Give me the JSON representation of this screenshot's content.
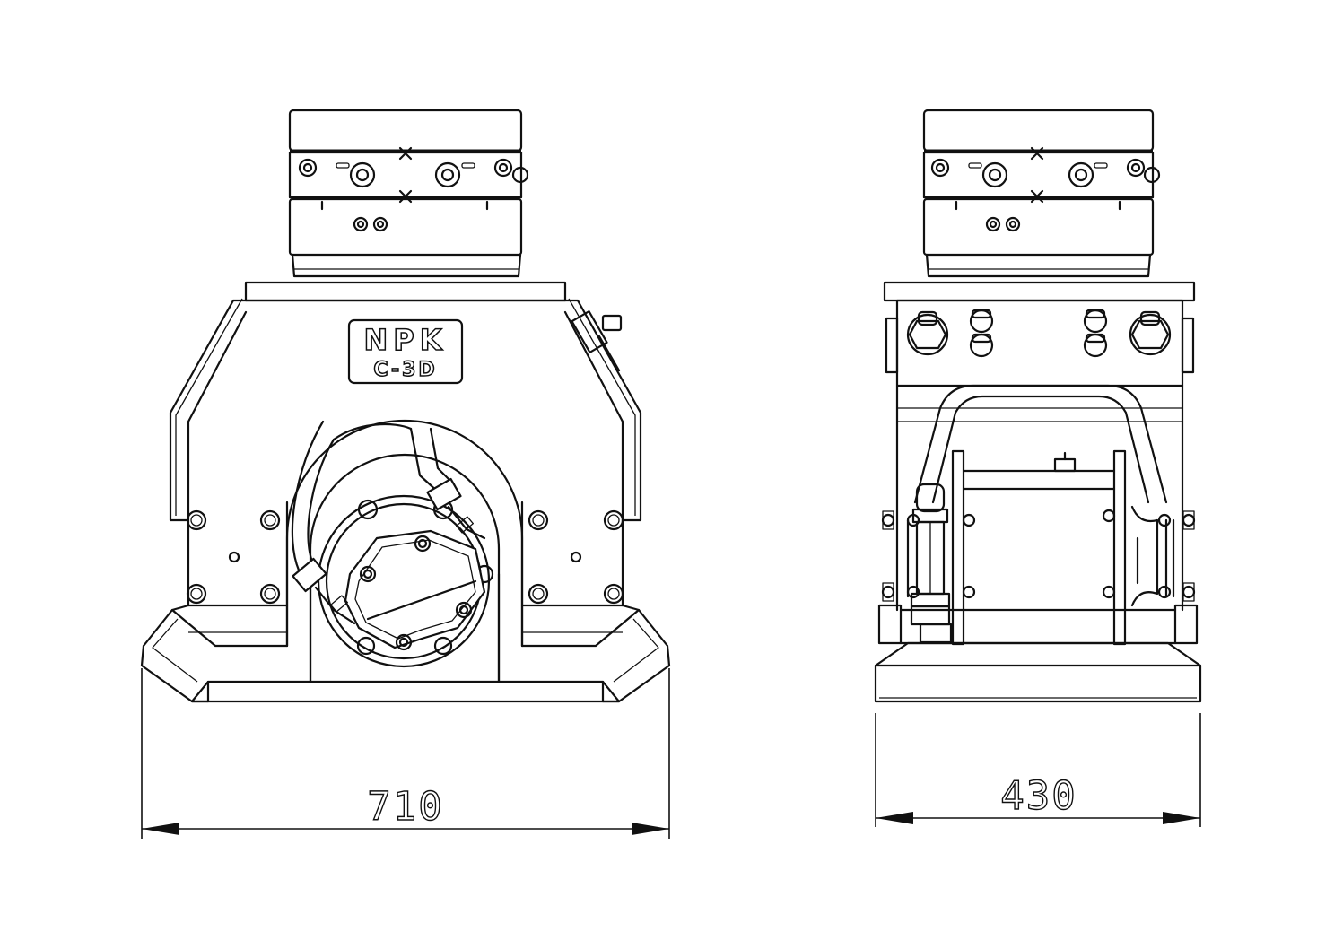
{
  "logo": {
    "brand": "NPK",
    "model": "C-3D"
  },
  "dimensions": {
    "front_width": "710",
    "side_width": "430"
  },
  "views": [
    {
      "name": "front-view"
    },
    {
      "name": "side-view"
    }
  ]
}
